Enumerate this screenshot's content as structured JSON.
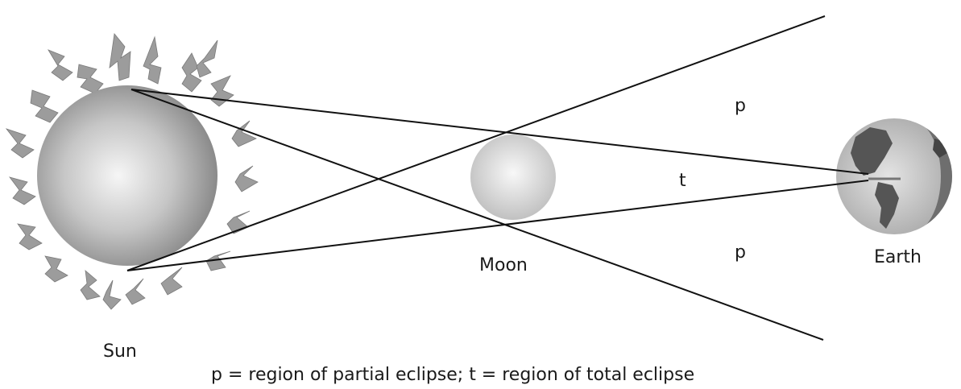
{
  "labels": {
    "sun": "Sun",
    "moon": "Moon",
    "earth": "Earth",
    "partial_upper": "p",
    "partial_lower": "p",
    "total": "t",
    "caption": "p = region of partial eclipse; t = region of total eclipse"
  },
  "colors": {
    "line": "#111111",
    "sun_center": "#f4f4f4",
    "sun_edge": "#8e8e8e",
    "moon_center": "#f6f6f6",
    "moon_edge": "#bdbdbd",
    "earth_ocean": "#bdbdbd",
    "earth_land": "#555555",
    "earth_shadow": "#6e6e6e"
  }
}
